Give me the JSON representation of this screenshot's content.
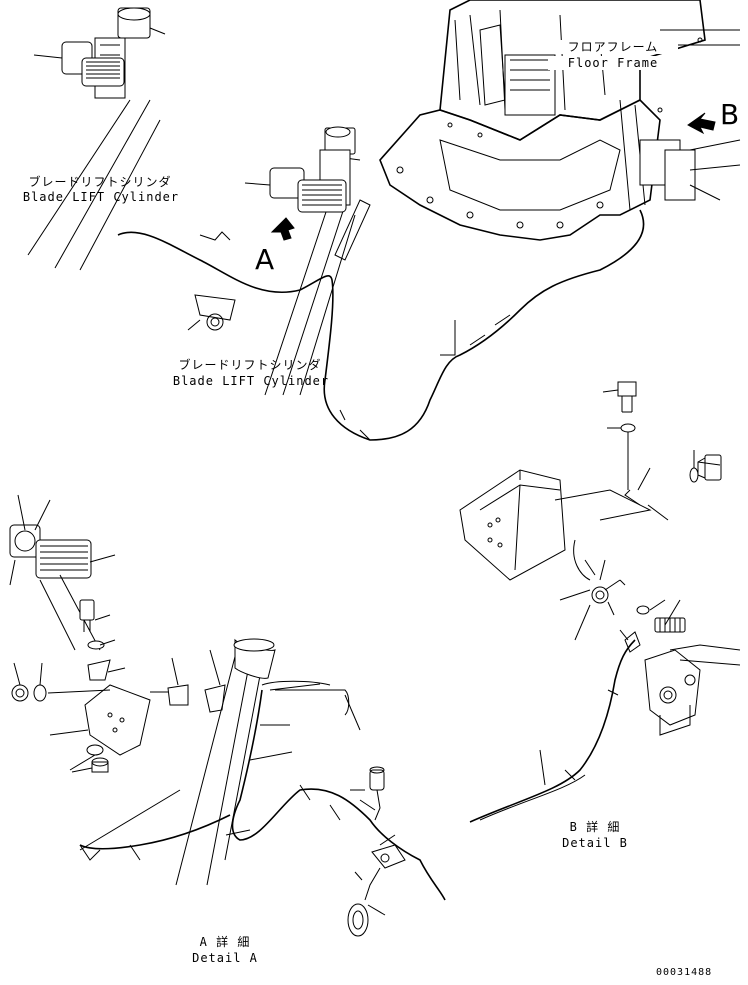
{
  "labels": {
    "blade_lift_top_jp": "ブレードリフトシリンダ",
    "blade_lift_top_en": "Blade LIFT Cylinder",
    "blade_lift_mid_jp": "ブレードリフトシリンダ",
    "blade_lift_mid_en": "Blade LIFT Cylinder",
    "floor_frame_jp": "フロアフレーム",
    "floor_frame_en": "Floor Frame",
    "view_a": "A",
    "view_b": "B",
    "detail_a_jp": "A 詳 細",
    "detail_a_en": "Detail A",
    "detail_b_jp": "B 詳 細",
    "detail_b_en": "Detail B",
    "drawing_number": "00031488"
  }
}
